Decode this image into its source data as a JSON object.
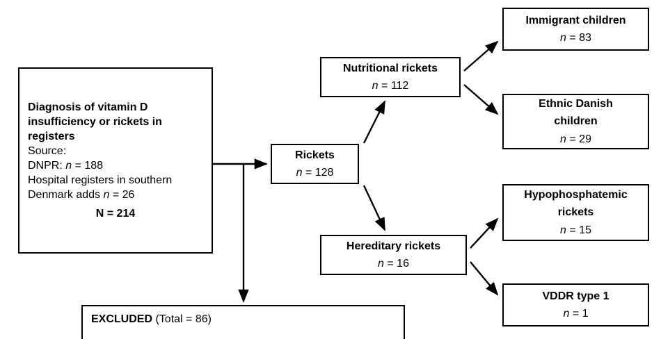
{
  "diagram": {
    "type": "flowchart",
    "title": "Rickets diagnosis flow chart",
    "stroke_color": "#000000",
    "background_color": "#ffffff",
    "nodes": {
      "source": {
        "lines": [
          "Diagnosis of vitamin D",
          "insufficiency or rickets in",
          "registers",
          "Source:",
          "DNPR: n = 188",
          "Hospital registers in southern",
          "Denmark adds n = 26",
          "N = 214"
        ]
      },
      "rickets": {
        "label": "Rickets",
        "count": "n = 128"
      },
      "nutritional": {
        "label": "Nutritional rickets",
        "count": "n = 112"
      },
      "immigrant": {
        "label": "Immigrant children",
        "count": "n = 83"
      },
      "ethnic_danish": {
        "label_line1": "Ethnic Danish",
        "label_line2": "children",
        "count": "n = 29"
      },
      "hereditary": {
        "label": "Hereditary rickets",
        "count": "n = 16"
      },
      "hypophosphatemic": {
        "label_line1": "Hypophosphatemic",
        "label_line2": "rickets",
        "count": "n = 15"
      },
      "vddr": {
        "label": "VDDR type 1",
        "count": "n = 1"
      },
      "excluded": {
        "label": "EXCLUDED",
        "total": "(Total = 86)"
      }
    }
  }
}
